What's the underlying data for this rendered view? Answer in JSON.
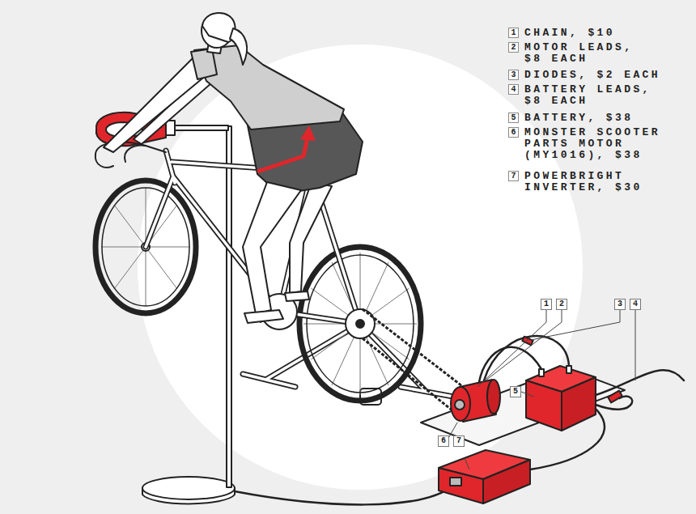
{
  "diagram": {
    "nodes": [
      {
        "text": [
          "1",
          "CHAIN, $10"
        ]
      },
      {
        "text": [
          "2",
          "MOTOR LEADS, $8 EACH"
        ]
      },
      {
        "text": [
          "3",
          "DIODES, $2 EACH"
        ]
      },
      {
        "text": [
          "4",
          "BATTERY LEADS, $8 EACH"
        ]
      },
      {
        "text": [
          "5",
          "BATTERY, $38"
        ]
      },
      {
        "text": [
          "6",
          "MONSTER SCOOTER PARTS MOTOR (MY1016), $38"
        ]
      },
      {
        "text": [
          "7",
          "POWERBRIGHT INVERTER, $30"
        ]
      },
      {
        "text": [
          "1"
        ]
      },
      {
        "text": [
          "2"
        ]
      },
      {
        "text": [
          "3"
        ]
      },
      {
        "text": [
          "4"
        ]
      },
      {
        "text": [
          "5"
        ]
      },
      {
        "text": [
          "6"
        ]
      },
      {
        "text": [
          "7"
        ]
      }
    ]
  }
}
